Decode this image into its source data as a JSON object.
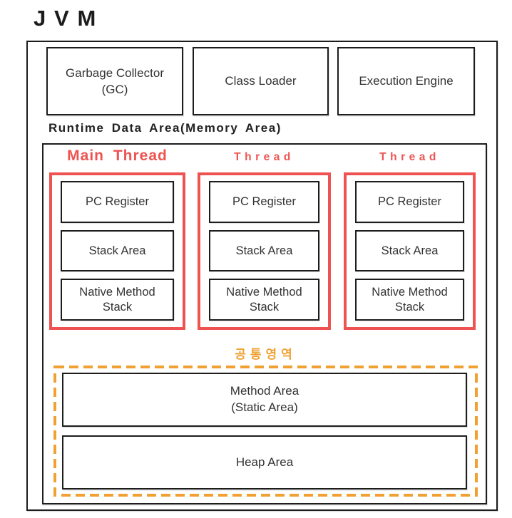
{
  "title": "JVM",
  "top_components": [
    {
      "lines": [
        "Garbage Collector",
        "(GC)"
      ]
    },
    {
      "lines": [
        "Class Loader",
        ""
      ]
    },
    {
      "lines": [
        "Execution Engine",
        ""
      ]
    }
  ],
  "runtime_label": "Runtime Data Area(Memory Area)",
  "threads": [
    {
      "title": "Main Thread",
      "boxes": [
        {
          "lines": [
            "PC Register",
            ""
          ]
        },
        {
          "lines": [
            "Stack Area",
            ""
          ]
        },
        {
          "lines": [
            "Native Method",
            "Stack"
          ]
        }
      ]
    },
    {
      "title": "Thread",
      "boxes": [
        {
          "lines": [
            "PC Register",
            ""
          ]
        },
        {
          "lines": [
            "Stack Area",
            ""
          ]
        },
        {
          "lines": [
            "Native Method",
            "Stack"
          ]
        }
      ]
    },
    {
      "title": "Thread",
      "boxes": [
        {
          "lines": [
            "PC Register",
            ""
          ]
        },
        {
          "lines": [
            "Stack Area",
            ""
          ]
        },
        {
          "lines": [
            "Native Method",
            "Stack"
          ]
        }
      ]
    }
  ],
  "common_area": {
    "label": "공통영역",
    "boxes": [
      {
        "lines": [
          "Method Area",
          "(Static Area)"
        ]
      },
      {
        "lines": [
          "Heap Area",
          ""
        ]
      }
    ]
  },
  "colors": {
    "thread_red": "#ee5351",
    "common_orange": "#f0a132",
    "line_black": "#1d1d1d"
  }
}
